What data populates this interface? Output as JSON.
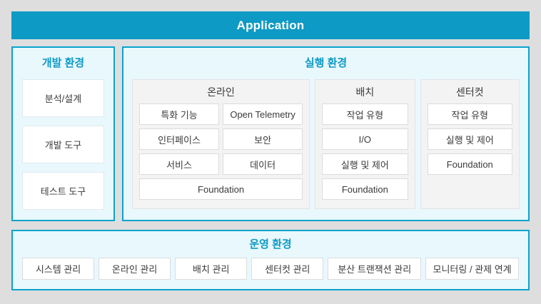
{
  "colors": {
    "page_bg": "#dedede",
    "header_bg": "#0d9ac4",
    "panel_border": "#0ba3cd",
    "panel_bg": "#e9f8fd",
    "group_bg": "#f3f3f4",
    "group_border": "#e4e4e4",
    "box_bg": "#ffffff",
    "box_border": "#dcdcdc",
    "title_text": "#0d9ac4",
    "body_text": "#3b3b3b",
    "header_text": "#ffffff"
  },
  "header": {
    "title": "Application"
  },
  "dev_env": {
    "title": "개발 환경",
    "items": [
      "분석/설계",
      "개발 도구",
      "테스트 도구"
    ]
  },
  "exec_env": {
    "title": "실행 환경",
    "groups": [
      {
        "title": "온라인",
        "items": [
          "특화 기능",
          "Open Telemetry",
          "인터페이스",
          "보안",
          "서비스",
          "데이터"
        ],
        "footer": "Foundation"
      },
      {
        "title": "배치",
        "items": [
          "작업 유형",
          "I/O",
          "실행 및 제어",
          "Foundation"
        ]
      },
      {
        "title": "센터컷",
        "items": [
          "작업 유형",
          "실행 및 제어",
          "Foundation"
        ]
      }
    ]
  },
  "ops_env": {
    "title": "운영 환경",
    "items": [
      "시스템 관리",
      "온라인 관리",
      "배치 관리",
      "센터컷 관리",
      "분산 트랜잭션 관리",
      "모니터링 / 관제 연계"
    ]
  }
}
